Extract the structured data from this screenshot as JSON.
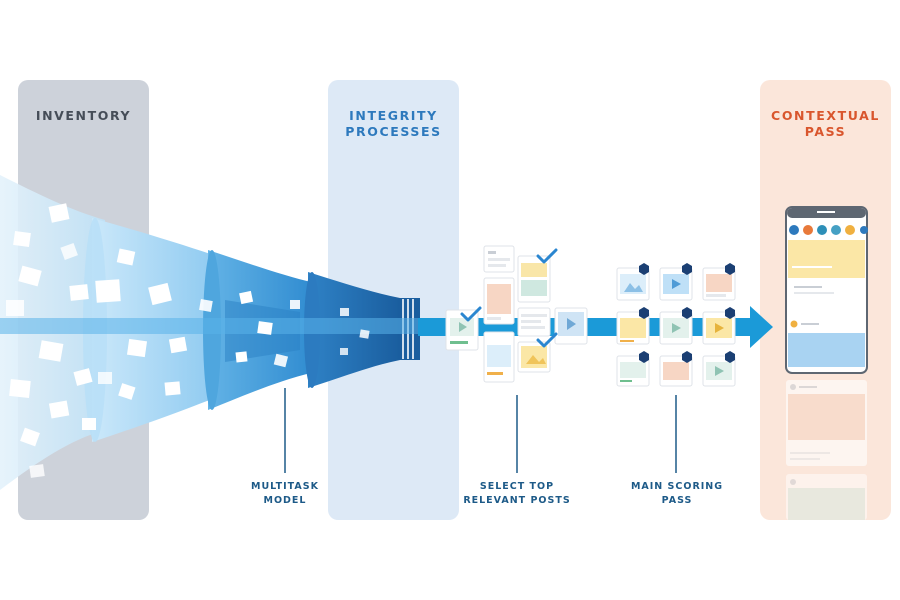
{
  "columns": {
    "inventory": {
      "title": "INVENTORY"
    },
    "integrity": {
      "title": "INTEGRITY\nPROCESSES"
    },
    "contextual": {
      "title": "CONTEXTUAL\nPASS"
    }
  },
  "stages": {
    "multitask": {
      "label": "MULTITASK\nMODEL"
    },
    "select_top": {
      "label": "SELECT TOP\nRELEVANT POSTS"
    },
    "main_scoring": {
      "label": "MAIN SCORING\nPASS"
    }
  },
  "colors": {
    "inventory_bg": "#cdd2da",
    "integrity_bg": "#dde9f6",
    "contextual_bg": "#fbe6da",
    "funnel_light": "#9dd0f2",
    "funnel_mid": "#3d97d6",
    "funnel_dark": "#1c66a8",
    "arrow": "#1b9ad8",
    "accent_orange": "#d9562d",
    "accent_blue": "#2d79bd"
  },
  "icons": [
    "checkmark-icon",
    "hexagon-badge-icon",
    "play-icon",
    "image-icon",
    "phone-feed"
  ]
}
